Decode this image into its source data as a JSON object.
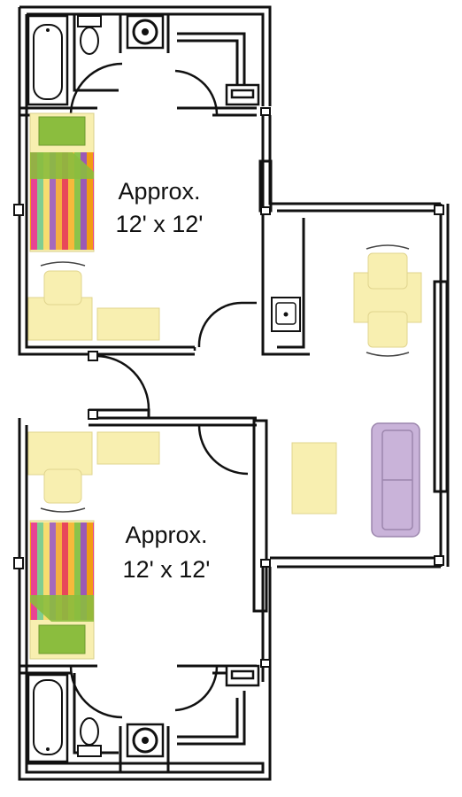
{
  "rooms": [
    {
      "area_line1": "Approx.",
      "area_line2": "12' x 12'"
    },
    {
      "area_line1": "Approx.",
      "area_line2": "12' x 12'"
    }
  ],
  "colors": {
    "wall": "#111111",
    "furniture_yellow": "#f8efb0",
    "pillow_green": "#8bbd3e",
    "sofa_purple": "#c9b3d9",
    "background": "#ffffff"
  },
  "icons": [
    "bathtub-icon",
    "toilet-icon",
    "sink-icon",
    "bed-icon",
    "desk-icon",
    "chair-icon",
    "dining-table-icon",
    "sofa-icon",
    "coffee-table-icon"
  ]
}
